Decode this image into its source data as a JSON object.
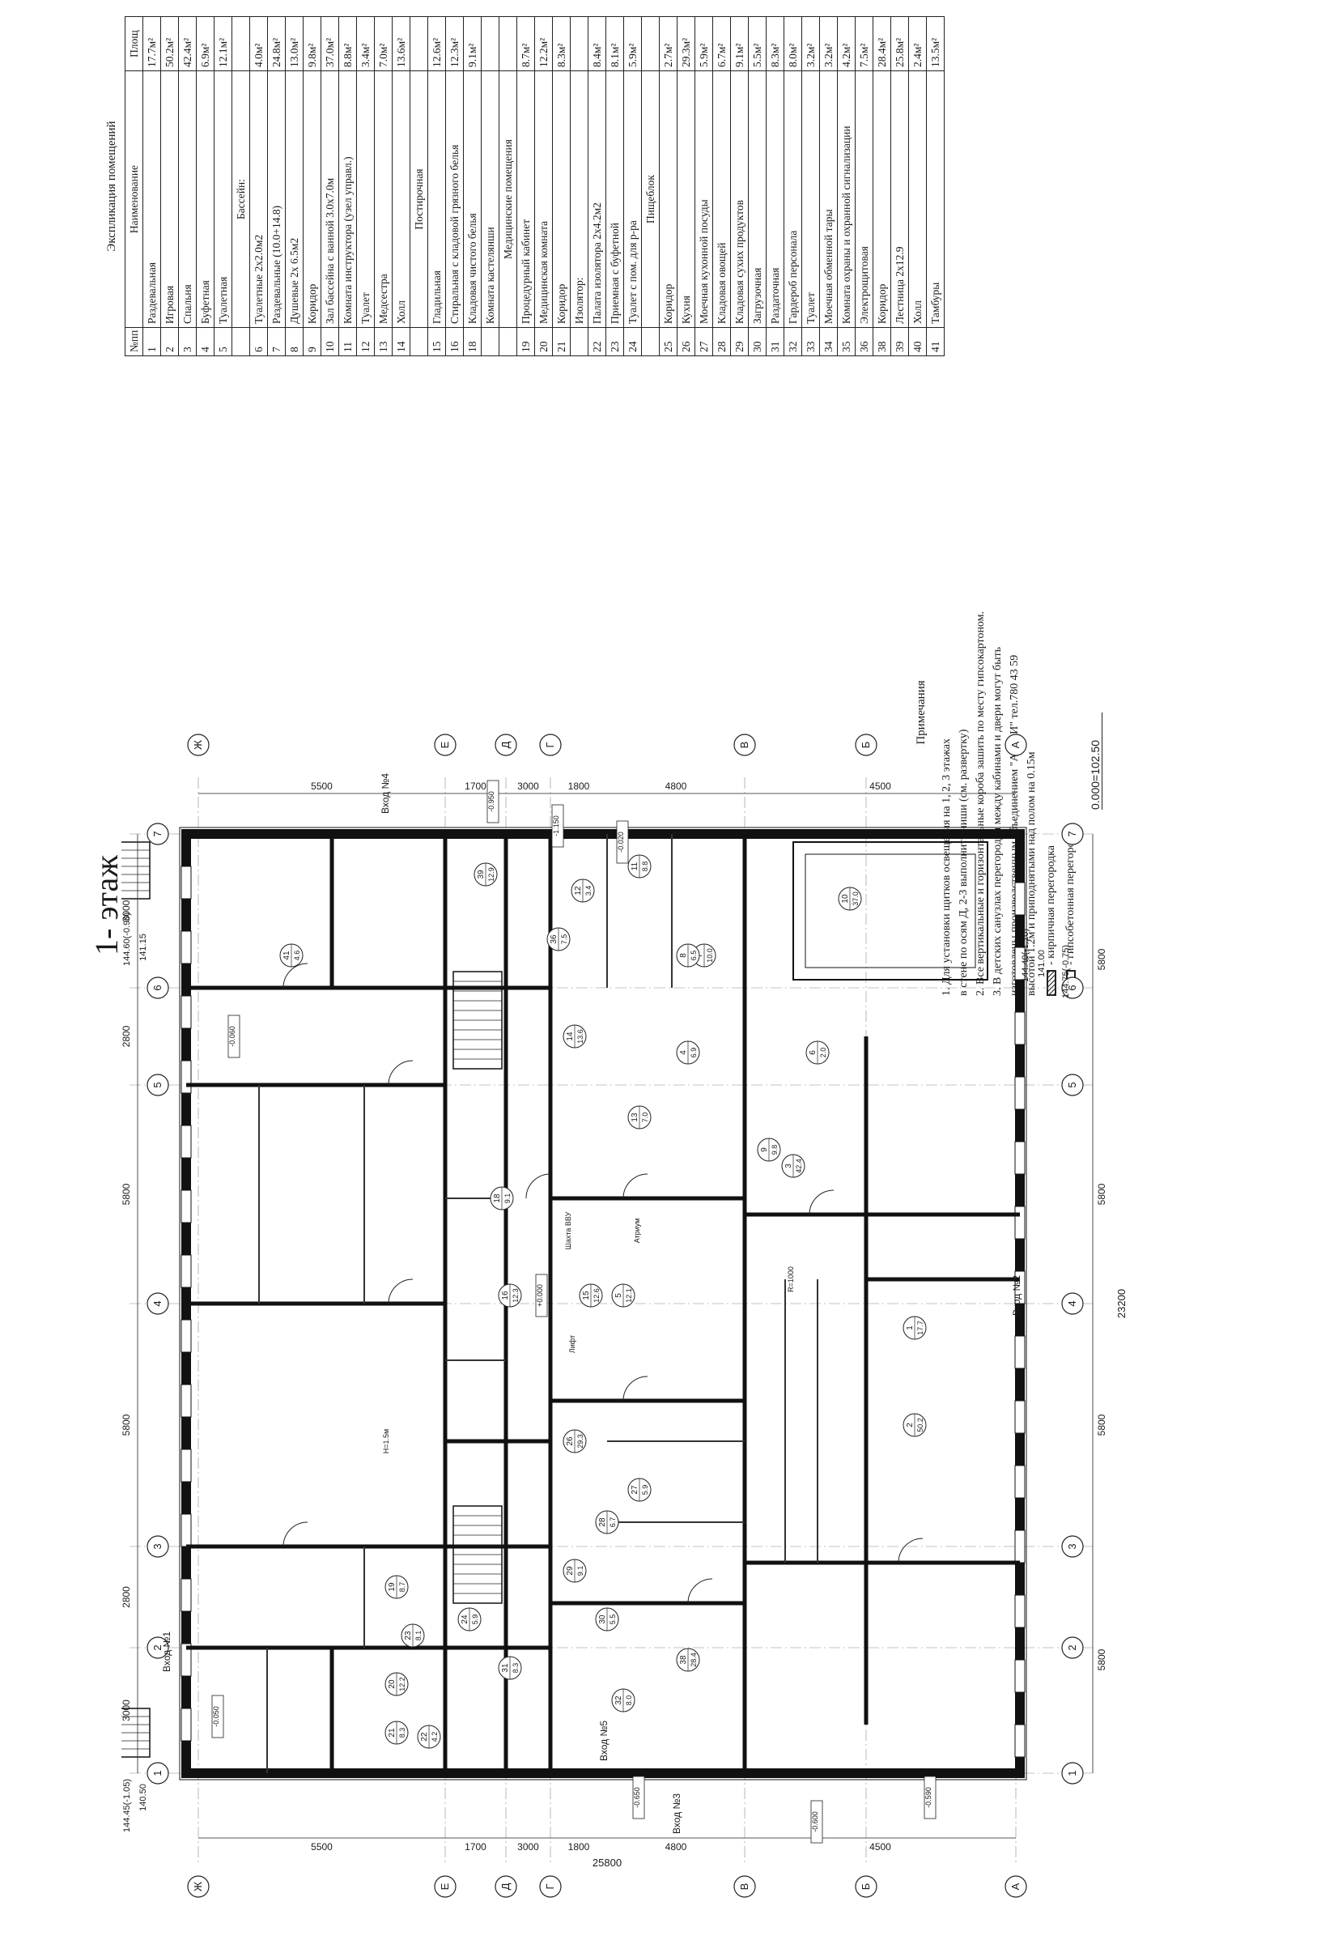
{
  "floor_title": "1- этаж",
  "explication": {
    "title": "Экспликация помещений",
    "headers": [
      "№пп",
      "Наименование",
      "Площ"
    ],
    "rows": [
      {
        "num": "1",
        "name": "Раздевальная",
        "area": "17.7м²"
      },
      {
        "num": "2",
        "name": "Игровая",
        "area": "50.2м²"
      },
      {
        "num": "3",
        "name": "Спальня",
        "area": "42.4м²"
      },
      {
        "num": "4",
        "name": "Буфетная",
        "area": "6.9м²"
      },
      {
        "num": "5",
        "name": "Туалетная",
        "area": "12.1м²"
      },
      {
        "num": "",
        "name": "Бассейн:",
        "area": "",
        "group": true
      },
      {
        "num": "6",
        "name": "Туалетные   2х2.0м2",
        "area": "4.0м²"
      },
      {
        "num": "7",
        "name": "Раздевальные   (10.0+14.8)",
        "area": "24.8м²"
      },
      {
        "num": "8",
        "name": "Душевые   2х 6.5м2",
        "area": "13.0м²"
      },
      {
        "num": "9",
        "name": "Коридор",
        "area": "9.8м²"
      },
      {
        "num": "10",
        "name": "Зал бассейна с ванной 3.0х7.0м",
        "area": "37.0м²"
      },
      {
        "num": "11",
        "name": "Комната инструктора (узел управл.)",
        "area": "8.8м²"
      },
      {
        "num": "12",
        "name": "Туалет",
        "area": "3.4м²"
      },
      {
        "num": "13",
        "name": "Медсестра",
        "area": "7.0м²"
      },
      {
        "num": "14",
        "name": "Холл",
        "area": "13.6м²"
      },
      {
        "num": "",
        "name": "Постирочная",
        "area": "",
        "group": true
      },
      {
        "num": "15",
        "name": "Гладильная",
        "area": "12.6м²"
      },
      {
        "num": "16",
        "name": "Стиральная с кладовой грязного белья",
        "area": "12.3м²"
      },
      {
        "num": "18",
        "name": "Кладовая чистого белья",
        "area": "9.1м²"
      },
      {
        "num": "",
        "name": "Комната кастелянши",
        "area": ""
      },
      {
        "num": "",
        "name": "Медицинские помещения",
        "area": "",
        "group": true
      },
      {
        "num": "19",
        "name": "Процедурный кабинет",
        "area": "8.7м²"
      },
      {
        "num": "20",
        "name": "Медицинская комната",
        "area": "12.2м²"
      },
      {
        "num": "21",
        "name": "Коридор",
        "area": "8.3м²"
      },
      {
        "num": "",
        "name": "Изолятор:",
        "area": ""
      },
      {
        "num": "22",
        "name": "Палата изолятора   2х4.2м2",
        "area": "8.4м²"
      },
      {
        "num": "23",
        "name": "Приемная с буфетной",
        "area": "8.1м²"
      },
      {
        "num": "24",
        "name": "Туалет с пом. для р-ра",
        "area": "5.9м²"
      },
      {
        "num": "",
        "name": "Пищеблок",
        "area": "",
        "group": true
      },
      {
        "num": "25",
        "name": "Коридор",
        "area": "2.7м²"
      },
      {
        "num": "26",
        "name": "Кухня",
        "area": "29.3м²"
      },
      {
        "num": "27",
        "name": "Моечная кухонной посуды",
        "area": "5.9м²"
      },
      {
        "num": "28",
        "name": "Кладовая овощей",
        "area": "6.7м²"
      },
      {
        "num": "29",
        "name": "Кладовая сухих продуктов",
        "area": "9.1м²"
      },
      {
        "num": "30",
        "name": "Загрузочная",
        "area": "5.5м²"
      },
      {
        "num": "31",
        "name": "Раздаточная",
        "area": "8.3м²"
      },
      {
        "num": "32",
        "name": "Гардероб персонала",
        "area": "8.0м²"
      },
      {
        "num": "33",
        "name": "Туалет",
        "area": "3.2м²"
      },
      {
        "num": "34",
        "name": "Моечная обменной тары",
        "area": "3.2м²"
      },
      {
        "num": "35",
        "name": "Комната охраны и охранной сигнализации",
        "area": "4.2м²"
      },
      {
        "num": "36",
        "name": "Электрощитовая",
        "area": "7.5м²"
      },
      {
        "num": "38",
        "name": "Коридор",
        "area": "28.4м²"
      },
      {
        "num": "39",
        "name": "Лестница   2х12.9",
        "area": "25.8м²"
      },
      {
        "num": "40",
        "name": "Холл",
        "area": "2.4м²"
      },
      {
        "num": "41",
        "name": "Тамбуры",
        "area": "13.5м²"
      }
    ]
  },
  "notes": {
    "title": "Примечания",
    "items": [
      "1. Для установки щитков освещения на 1, 2, 3 этажах",
      "в стене по осям Д, 2-3 выполнить ниши (см. развертку)",
      "2. Все вертикальные и горизонтальные короба зашить по месту гипсокартоном.",
      "3. В детских санузлах перегородки между кабинами и двери могут быть",
      "изготовлены производственным объединением \"АТЕРИ\" тел.780 43 59",
      "высотой 1.2м и приподнятыми над полом на 0.15м"
    ],
    "legend_brick": "- кирпичная перегородка",
    "legend_gypsum": "- гипсобетонная перегородка"
  },
  "stamp": "0.000=102.50",
  "plan": {
    "axes_numbers": [
      "1",
      "2",
      "3",
      "4",
      "5",
      "6",
      "7"
    ],
    "axes_letters": [
      "А",
      "Б",
      "В",
      "Г",
      "Д",
      "Е",
      "Ж"
    ],
    "top_dims": [
      "3000",
      "2800",
      "5800",
      "5800",
      "2800",
      "3000"
    ],
    "bottom_dims": [
      "5800",
      "5800",
      "5800",
      "5800"
    ],
    "total_dim": "23200",
    "left_dims": [
      "5500",
      "1700",
      "3000",
      "1800",
      "4800",
      "4500"
    ],
    "left_total": "25800",
    "right_dims": [
      "5500",
      "1700",
      "3000",
      "1800",
      "4800",
      "4500"
    ],
    "entrances": [
      "Вход №1",
      "Вход №2",
      "Вход №3",
      "Вход №4",
      "Вход №5"
    ],
    "rooms": [
      {
        "num": "1",
        "area": "17.7"
      },
      {
        "num": "2",
        "area": "50.2"
      },
      {
        "num": "3",
        "area": "42.4"
      },
      {
        "num": "4",
        "area": "6.9"
      },
      {
        "num": "5",
        "area": "12.1"
      },
      {
        "num": "6",
        "area": "2.0"
      },
      {
        "num": "7",
        "area": "10.0"
      },
      {
        "num": "8",
        "area": "6.5"
      },
      {
        "num": "9",
        "area": "9.8"
      },
      {
        "num": "10",
        "area": "37.0"
      },
      {
        "num": "11",
        "area": "8.8"
      },
      {
        "num": "12",
        "area": "3.4"
      },
      {
        "num": "13",
        "area": "7.0"
      },
      {
        "num": "14",
        "area": "13.6"
      },
      {
        "num": "15",
        "area": "12.6"
      },
      {
        "num": "16",
        "area": "12.3"
      },
      {
        "num": "18",
        "area": "9.1"
      },
      {
        "num": "19",
        "area": "8.7"
      },
      {
        "num": "20",
        "area": "12.2"
      },
      {
        "num": "21",
        "area": "8.3"
      },
      {
        "num": "22",
        "area": "4.2"
      },
      {
        "num": "23",
        "area": "8.1"
      },
      {
        "num": "24",
        "area": "5.9"
      },
      {
        "num": "26",
        "area": "29.3"
      },
      {
        "num": "27",
        "area": "5.9"
      },
      {
        "num": "28",
        "area": "6.7"
      },
      {
        "num": "29",
        "area": "9.1"
      },
      {
        "num": "30",
        "area": "5.5"
      },
      {
        "num": "31",
        "area": "8.3"
      },
      {
        "num": "32",
        "area": "8.0"
      },
      {
        "num": "36",
        "area": "7.5"
      },
      {
        "num": "38",
        "area": "28.4"
      },
      {
        "num": "39",
        "area": "12.9"
      },
      {
        "num": "41",
        "area": "4.6"
      }
    ],
    "levels": [
      "-0.050",
      "-0.950",
      "-1.150",
      "-0.020",
      "+0.000",
      "-0.600",
      "-0.590",
      "-0.060",
      "-0.650"
    ],
    "marks": [
      "144.45(-1.05)",
      "140.50",
      "144.60(-0.90)",
      "141.15",
      "144.40(-1.10)",
      "141.00",
      "144.75(-0.75)"
    ],
    "misc_text": [
      "Шахта ВВУ",
      "Лифт",
      "Атриум",
      "R=1000",
      "Н=1.5м"
    ]
  }
}
